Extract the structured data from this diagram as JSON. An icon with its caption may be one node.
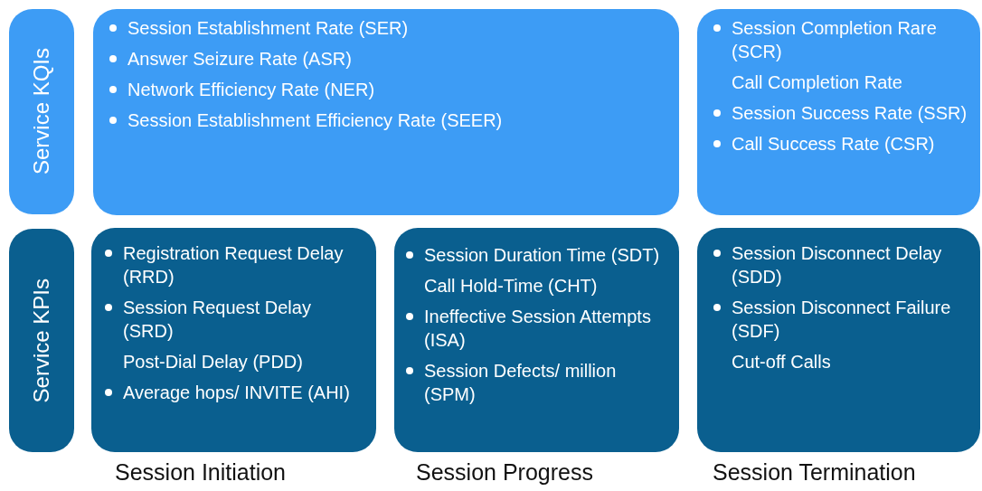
{
  "diagram": {
    "nodes": [
      {
        "text": [
          "Service KQIs"
        ]
      },
      {
        "text": [
          "Session Establishment Rate (SER)",
          "Answer Seizure Rate (ASR)",
          "Network Efficiency Rate (NER)",
          "Session Establishment Efficiency Rate (SEER)"
        ]
      },
      {
        "text": [
          "Session Completion Rare (SCR)",
          "Call Completion Rate",
          "Session Success Rate (SSR)",
          "Call Success Rate (CSR)"
        ]
      },
      {
        "text": [
          "Service KPIs"
        ]
      },
      {
        "text": [
          "Registration Request Delay (RRD)",
          "Session Request Delay (SRD)",
          "Post-Dial Delay (PDD)",
          "Average hops/ INVITE (AHI)"
        ]
      },
      {
        "text": [
          "Session Duration Time (SDT)",
          "Call Hold-Time (CHT)",
          "Ineffective Session Attempts (ISA)",
          "Session Defects/ million (SPM)"
        ]
      },
      {
        "text": [
          "Session Disconnect Delay (SDD)",
          "Session Disconnect Failure (SDF)",
          "Cut-off Calls"
        ]
      }
    ],
    "labels": [
      "Session Initiation",
      "Session Progress",
      "Session Termination"
    ]
  }
}
